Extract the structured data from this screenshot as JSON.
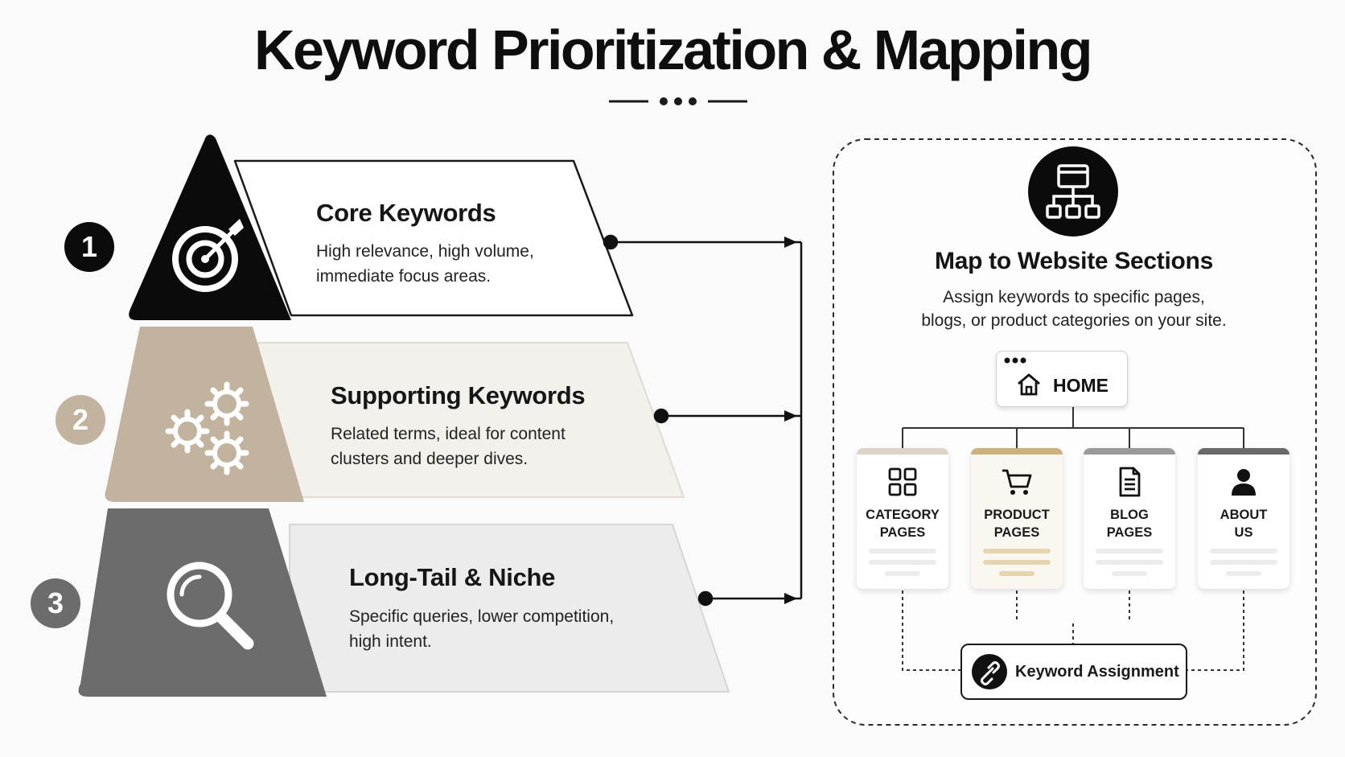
{
  "title": "Keyword Prioritization & Mapping",
  "tiers": [
    {
      "number": "1",
      "title": "Core Keywords",
      "desc_line1": "High relevance, high volume,",
      "desc_line2": "immediate focus areas.",
      "icon": "target-icon",
      "color": "#0b0b0b"
    },
    {
      "number": "2",
      "title": "Supporting Keywords",
      "desc_line1": "Related terms, ideal for content",
      "desc_line2": "clusters and deeper dives.",
      "icon": "gears-icon",
      "color": "#c2b39e"
    },
    {
      "number": "3",
      "title": "Long-Tail & Niche",
      "desc_line1": "Specific queries, lower competition,",
      "desc_line2": "high intent.",
      "icon": "search-icon",
      "color": "#6c6c6c"
    }
  ],
  "panel": {
    "icon": "sitemap-icon",
    "title": "Map to Website Sections",
    "desc_line1": "Assign keywords to specific pages,",
    "desc_line2": "blogs, or product categories on your site.",
    "home_label": "HOME",
    "cards": [
      {
        "line1": "CATEGORY",
        "line2": "PAGES",
        "icon": "grid-icon",
        "accent": "#ddd3c6"
      },
      {
        "line1": "PRODUCT",
        "line2": "PAGES",
        "icon": "cart-icon",
        "accent": "#cbb17e"
      },
      {
        "line1": "BLOG",
        "line2": "PAGES",
        "icon": "document-icon",
        "accent": "#9a9a9a"
      },
      {
        "line1": "ABOUT",
        "line2": "US",
        "icon": "person-icon",
        "accent": "#6a6a6a"
      }
    ],
    "assignment_label": "Keyword Assignment"
  },
  "colors": {
    "ink": "#0b0b0b",
    "beige": "#c2b39e",
    "gray": "#6c6c6c"
  }
}
